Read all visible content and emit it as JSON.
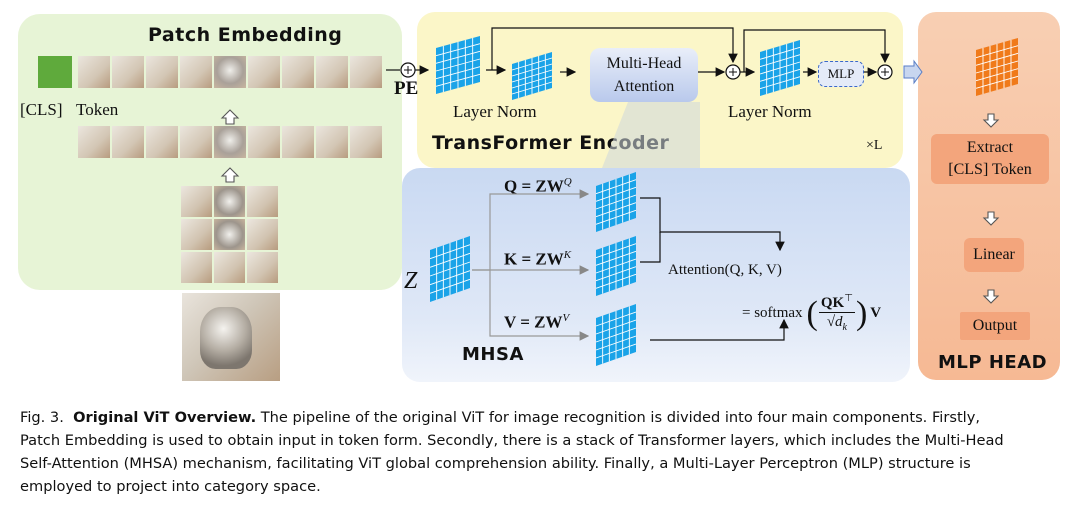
{
  "patch_embedding": {
    "title": "Patch Embedding",
    "cls_label": "[CLS]",
    "token_label": "Token",
    "pe_label": "PE"
  },
  "encoder": {
    "title": "TransFormer Encoder",
    "layer_norm_1": "Layer Norm",
    "layer_norm_2": "Layer Norm",
    "mha_line1": "Multi-Head",
    "mha_line2": "Attention",
    "mlp": "MLP",
    "repeat": "×L"
  },
  "mhsa": {
    "title": "MHSA",
    "z": "Z",
    "q_left": "Q",
    "q_mid": " = ZW",
    "q_sup": "Q",
    "k_left": "K",
    "k_mid": " = ZW",
    "k_sup": "K",
    "v_left": "V",
    "v_mid": " = ZW",
    "v_sup": "V",
    "attention": "Attention(Q, K, V)",
    "softmax_eq": "= softmax",
    "numerator": "QK",
    "numerator_sup": "⊤",
    "denominator": "√d",
    "denominator_sub": "k",
    "tail": "V"
  },
  "mlp_head": {
    "title": "MLP HEAD",
    "extract_line1": "Extract",
    "extract_line2": "[CLS] Token",
    "linear": "Linear",
    "output": "Output"
  },
  "caption": {
    "prefix": "Fig. 3.",
    "bold": "Original ViT Overview.",
    "line1": "The pipeline of the original ViT for image recognition is divided into four main components. Firstly,",
    "line2": "Patch Embedding is used to obtain input in token form. Secondly, there is a stack of Transformer layers, which includes the Multi-Head",
    "line3": "Self-Attention (MHSA) mechanism, facilitating ViT global comprehension ability. Finally, a Multi-Layer Perceptron (MLP) structure is",
    "line4": "employed to project into category space."
  },
  "colors": {
    "grid_blue": "#1aa3e8",
    "grid_orange": "#f07a1a",
    "cls_green": "#5faa3c",
    "pe_panel": "#e7f4d6",
    "encoder_panel": "#fbf6c8",
    "mhsa_panel": "#c9d9f2",
    "mlp_panel": "#f6b994"
  }
}
